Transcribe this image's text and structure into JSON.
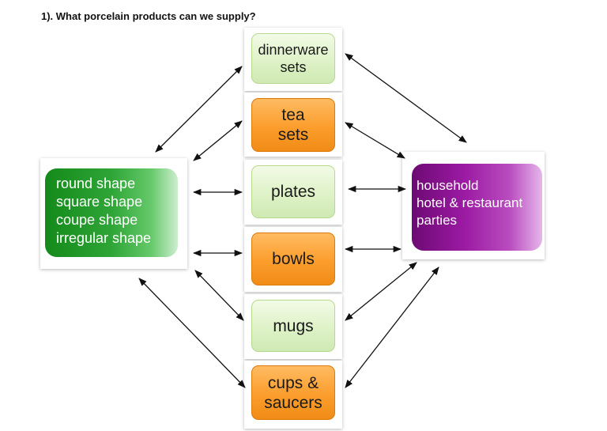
{
  "heading": "1). What porcelain products can we supply?",
  "left_box": {
    "lines": [
      "round shape",
      "square shape",
      "coupe shape",
      "irregular shape"
    ]
  },
  "right_box": {
    "lines": [
      "household",
      "hotel & restaurant",
      "parties"
    ]
  },
  "products": [
    {
      "lines": [
        "dinnerware",
        "sets"
      ]
    },
    {
      "lines": [
        "tea",
        "sets"
      ]
    },
    {
      "lines": [
        "plates"
      ]
    },
    {
      "lines": [
        "bowls"
      ]
    },
    {
      "lines": [
        "mugs"
      ]
    },
    {
      "lines": [
        "cups &",
        "saucers"
      ]
    }
  ],
  "colors": {
    "light_green": "#def2c7",
    "orange": "#fb9d2c",
    "green": "#2ea536",
    "purple": "#9b1aa2"
  }
}
